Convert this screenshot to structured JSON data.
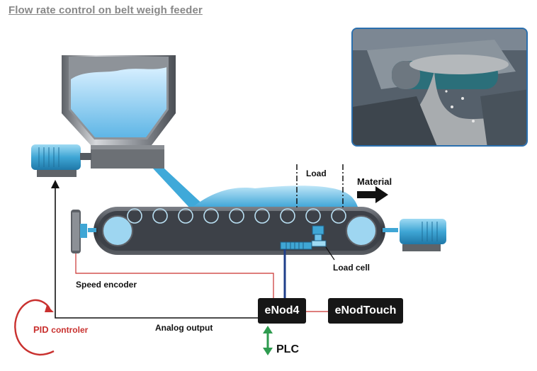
{
  "title": "Flow rate control on belt weigh feeder",
  "labels": {
    "load": "Load",
    "material": "Material",
    "load_cell": "Load cell",
    "speed_encoder": "Speed encoder",
    "analog_output": "Analog output",
    "pid": "PID",
    "controler": "controler",
    "plc": "PLC"
  },
  "boxes": {
    "enod4": "eNod4",
    "enodtouch": "eNodTouch"
  },
  "colors": {
    "signal_red": "#c9312f",
    "plc_arrow_green": "#2e9b4f",
    "photo_border": "#2a6fae",
    "load_cell_wire": "#1f3f8a",
    "material_blue": "#5cbde6"
  },
  "photo": {
    "icon": "belt-feeder-photo"
  }
}
